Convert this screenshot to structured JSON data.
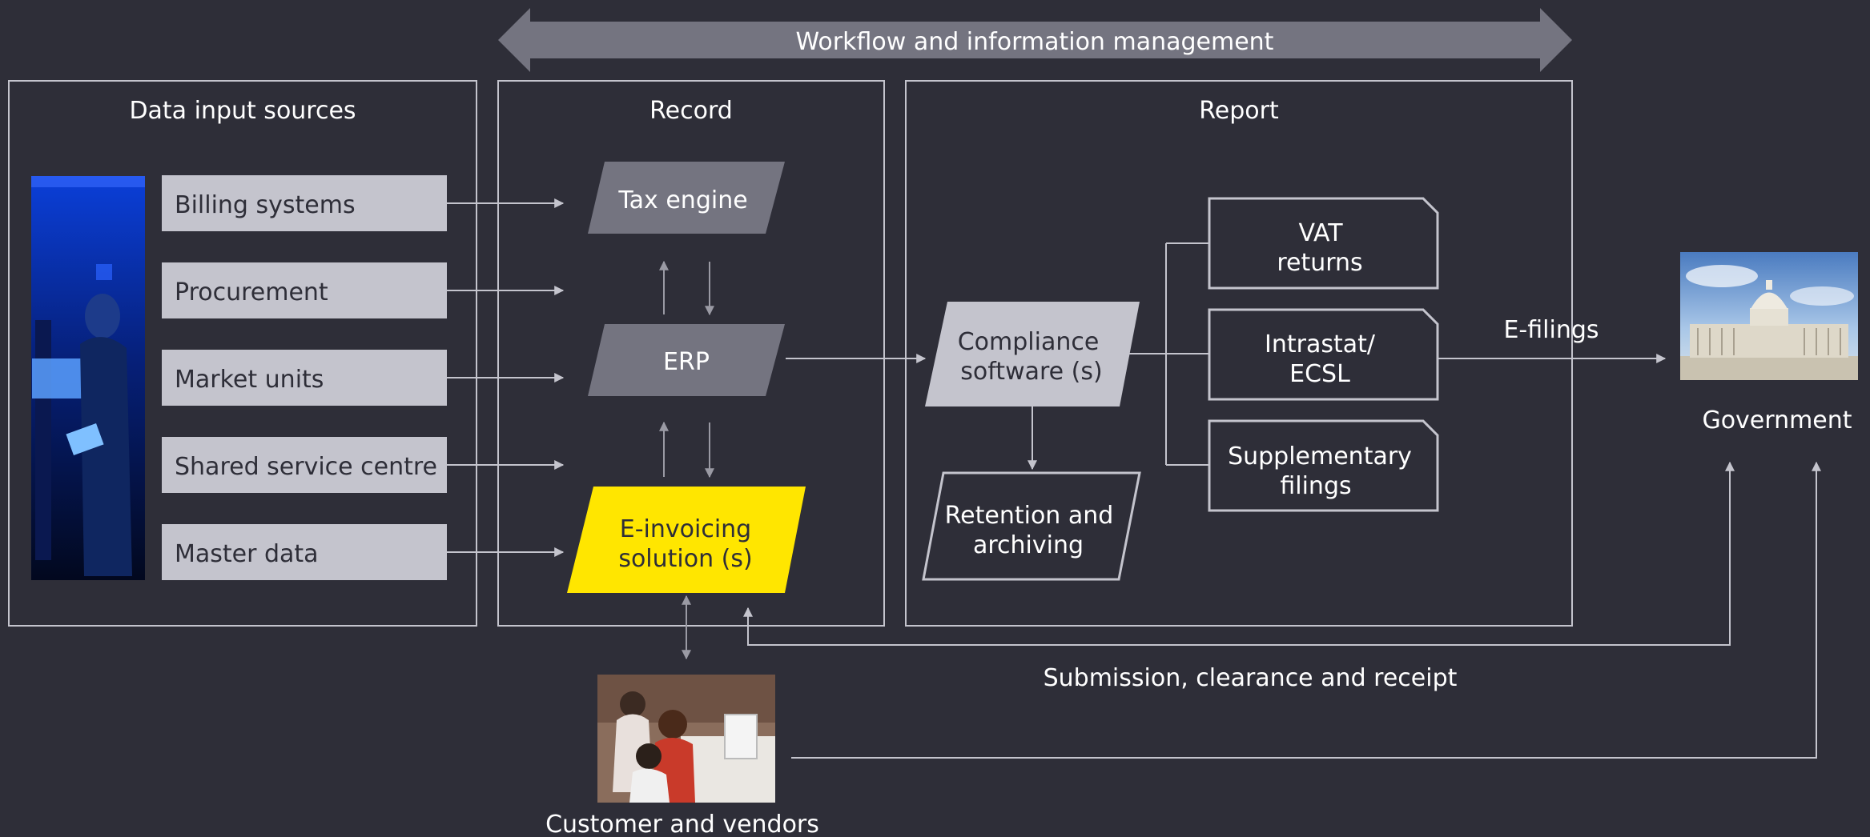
{
  "banner": {
    "label": "Workflow and information management",
    "color": "#747480"
  },
  "sections": {
    "inputs": {
      "title": "Data input sources"
    },
    "record": {
      "title": "Record"
    },
    "report": {
      "title": "Report"
    }
  },
  "inputs": [
    {
      "label": "Billing systems"
    },
    {
      "label": "Procurement"
    },
    {
      "label": "Market units"
    },
    {
      "label": "Shared service centre"
    },
    {
      "label": "Master data"
    }
  ],
  "record": {
    "tax_engine": {
      "line1": "Tax engine"
    },
    "erp": {
      "line1": "ERP"
    },
    "einvoicing": {
      "line1": "E-invoicing",
      "line2": "solution (s)"
    }
  },
  "report": {
    "compliance": {
      "line1": "Compliance",
      "line2": "software (s)"
    },
    "retention": {
      "line1": "Retention and",
      "line2": "archiving"
    },
    "documents": [
      {
        "line1": "VAT",
        "line2": "returns"
      },
      {
        "line1": "Intrastat/",
        "line2": "ECSL"
      },
      {
        "line1": "Supplementary",
        "line2": "filings"
      }
    ]
  },
  "labels": {
    "efilings": "E-filings",
    "government": "Government",
    "submission": "Submission, clearance and receipt",
    "customers": "Customer and vendors"
  },
  "colors": {
    "background": "#2e2e38",
    "light_box": "#c4c4cd",
    "dark_shape": "#747480",
    "highlight": "#ffe600",
    "line": "#c4c4cd",
    "text": "#ffffff",
    "box_text": "#2e2e38"
  },
  "icons": [
    "server-room-photo",
    "capitol-building-photo",
    "team-meeting-photo"
  ]
}
